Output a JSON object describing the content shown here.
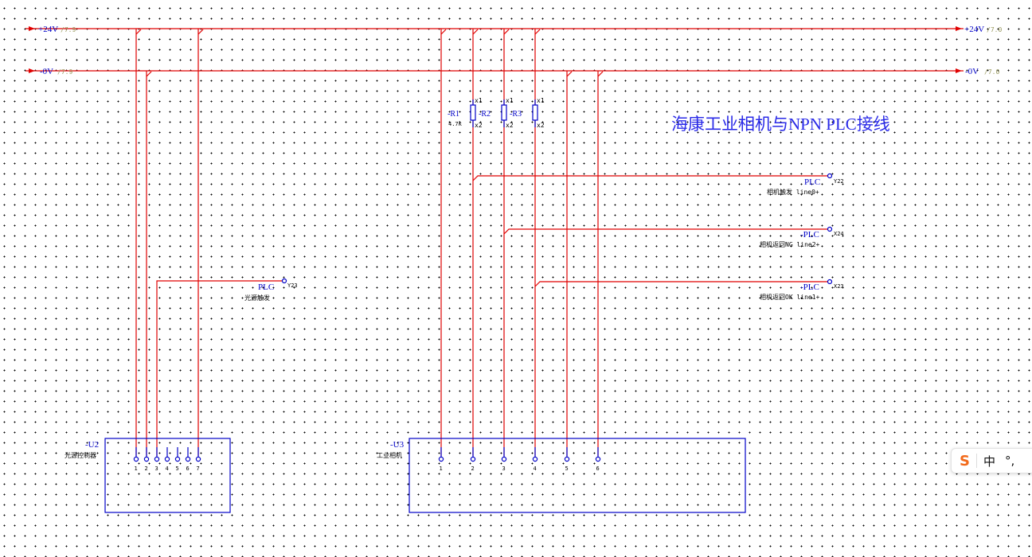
{
  "title": "海康工业相机与NPN PLC接线",
  "rails": {
    "p24": {
      "label": "+24V",
      "ref_left": "/7.9",
      "ref_right": "/7.0"
    },
    "n0": {
      "label": "-0V",
      "ref_left": "/7.9",
      "ref_right": "/7.0"
    }
  },
  "resistors": [
    {
      "tag": "-R1",
      "value": "4.7k",
      "pin1": "x1",
      "pin2": "x2"
    },
    {
      "tag": "-R2",
      "pin1": "x1",
      "pin2": "x2"
    },
    {
      "tag": "-R3",
      "pin1": "x1",
      "pin2": "x2"
    }
  ],
  "plc_terminals": [
    {
      "tag": "PLC",
      "address": "Y22",
      "desc": "相机触发 line0+"
    },
    {
      "tag": "-PLC",
      "address": "X24",
      "desc": "相机返回NG line2+"
    },
    {
      "tag": "-PLC",
      "address": "X23",
      "desc": "相机返回OK line1+"
    },
    {
      "tag": "PLC",
      "address": "Y23",
      "desc": "光源触发"
    }
  ],
  "devices": [
    {
      "tag": "-U2",
      "name": "光源控制器",
      "pins": [
        "1",
        "2",
        "3",
        "4",
        "5",
        "6",
        "7"
      ]
    },
    {
      "tag": "-U3",
      "name": "工业相机",
      "pins": [
        "1",
        "2",
        "3",
        "4",
        "5",
        "6"
      ]
    }
  ],
  "ime": {
    "logo": "S",
    "mode": "中",
    "punct": "°,"
  }
}
